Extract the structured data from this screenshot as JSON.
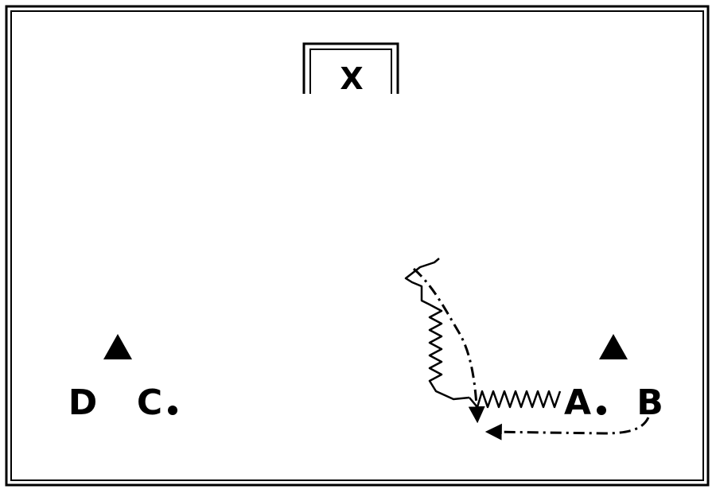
{
  "goal": {
    "label": "X"
  },
  "players": [
    {
      "id": "D",
      "label": "D"
    },
    {
      "id": "C",
      "label": "C"
    },
    {
      "id": "A",
      "label": "A"
    },
    {
      "id": "B",
      "label": "B"
    }
  ],
  "cones": [
    {
      "id": "left-cone"
    },
    {
      "id": "right-cone"
    }
  ],
  "balls": [
    {
      "id": "ball-c"
    },
    {
      "id": "ball-a"
    }
  ],
  "paths": [
    {
      "id": "dribble-a-left",
      "style": "zigzag"
    },
    {
      "id": "dribble-upward",
      "style": "zigzag"
    },
    {
      "id": "run-a-diagonal",
      "style": "dash-dot"
    },
    {
      "id": "pass-b-to-a",
      "style": "dash-dot"
    }
  ],
  "colors": {
    "ink": "#000000",
    "background": "#ffffff"
  }
}
